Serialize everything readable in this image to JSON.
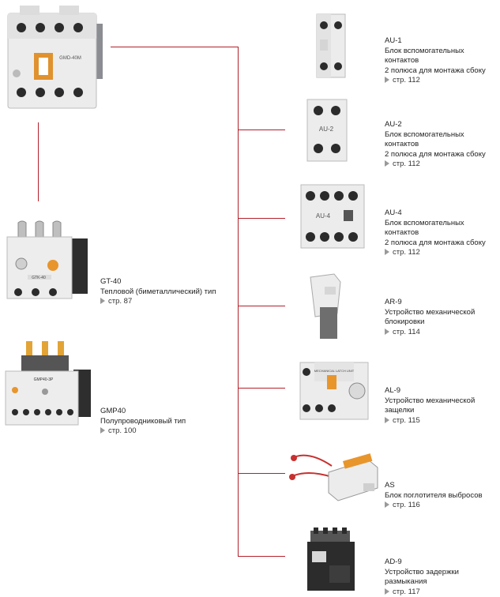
{
  "main_device": {
    "label": "GMD-40M"
  },
  "relays": [
    {
      "code": "GT-40",
      "desc": "Тепловой (биметаллический) тип",
      "page": "стр. 87",
      "device_text": "GTK-40"
    },
    {
      "code": "GMP40",
      "desc": "Полупроводниковый тип",
      "page": "стр. 100",
      "device_text": "GMP40-3P"
    }
  ],
  "accessories": [
    {
      "code": "AU-1",
      "desc": [
        "Блок вспомогательных контактов",
        "2 полюса для монтажа сбоку"
      ],
      "page": "стр. 112"
    },
    {
      "code": "AU-2",
      "desc": [
        "Блок вспомогательных контактов",
        "2 полюса для монтажа сбоку"
      ],
      "page": "стр. 112",
      "device_text": "AU-2"
    },
    {
      "code": "AU-4",
      "desc": [
        "Блок вспомогательных контактов",
        "2 полюса для монтажа сбоку"
      ],
      "page": "стр. 112",
      "device_text": "AU-4"
    },
    {
      "code": "AR-9",
      "desc": [
        "Устройство механической",
        "блокировки"
      ],
      "page": "стр. 114"
    },
    {
      "code": "AL-9",
      "desc": [
        "Устройство механической защелки"
      ],
      "page": "стр. 115",
      "device_text": "MECHANICAL LATCH UNIT"
    },
    {
      "code": "AS",
      "desc": [
        "Блок поглотителя выбросов"
      ],
      "page": "стр. 116"
    },
    {
      "code": "AD-9",
      "desc": [
        "Устройство задержки размыкания"
      ],
      "page": "стр. 117"
    }
  ],
  "colors": {
    "connector": "#b3202a",
    "device_body": "#e9e9ea",
    "device_dark": "#3a3a3a",
    "arrow": "#999999"
  }
}
